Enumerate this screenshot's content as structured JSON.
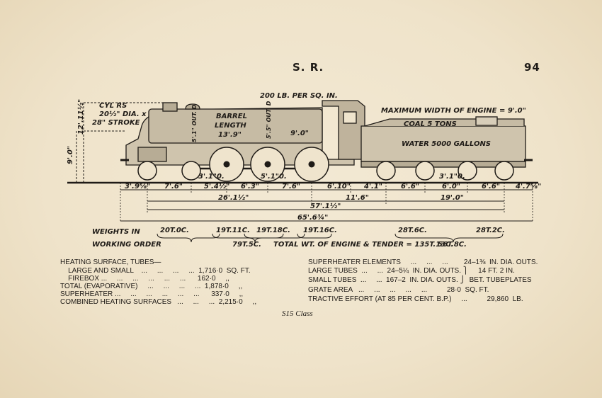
{
  "header": {
    "title": "S. R.",
    "page_number": "94"
  },
  "drawing_labels": {
    "pressure": "200 LB. PER SQ. IN.",
    "max_width": "MAXIMUM WIDTH OF ENGINE = 9'.0\"",
    "coal": "COAL 5 TONS",
    "water": "WATER 5000 GALLONS",
    "barrel_1": "BARREL",
    "barrel_2": "LENGTH",
    "barrel_3": "13'.9\"",
    "firebox_len": "9'.0\"",
    "smokebox_dia": "5'.1\" OUT. D",
    "boiler_dia": "5'.5\" OUT. D",
    "cyl_1": "CYL RS",
    "cyl_2": "20½\" DIA. x",
    "cyl_3": "28\" STROKE",
    "height_top": "12'.11½\"",
    "height_side": "9'.0\"",
    "bogie_wb": "3'.1\"0.",
    "coupled_wb": "5'.1\"0.",
    "tender_bogie_wb": "3'.1\"0."
  },
  "dimensions": {
    "row1": [
      "3'.9⅝\"",
      "7'.6\"",
      "5'.4½\"",
      "6'.3\"",
      "7'.6\"",
      "6'.10\"",
      "4'.1\"",
      "6'.6\"",
      "6'.0\"",
      "6'.6\"",
      "4'.7⅝\""
    ],
    "row2a": "26'.1½\"",
    "row2b": "11'.6\"",
    "row2c": "19'.0\"",
    "row3": "57'.1½\"",
    "row4": "65'.6¾\""
  },
  "weights": {
    "label_1": "WEIGHTS IN",
    "label_2": "WORKING ORDER",
    "axle_1": "20T.0C.",
    "axle_2": "19T.11C.",
    "axle_3": "19T.18C.",
    "axle_4": "19T.16C.",
    "tender_1": "28T.6C.",
    "tender_2": "28T.2C.",
    "engine_total": "79T.5C.",
    "grand_total": "TOTAL WT. OF ENGINE & TENDER = 135T.13C.",
    "tender_total": "56T.8C."
  },
  "specs_left": [
    "HEATING SURFACE, TUBES—",
    "    LARGE AND SMALL    ...     ...     ...     ...  1,716·0  SQ. FT.",
    "    FIREBOX ...     ...     ...     ...     ...     ...      162·0     ,,",
    "TOTAL (EVAPORATIVE)     ...     ...     ...     ...  1,878·0     ,,",
    "SUPERHEATER ...     ...     ...     ...     ...     ...      337·0     ,,",
    "COMBINED HEATING SURFACES   ...     ...     ...  2,215·0     ,,"
  ],
  "specs_right": [
    "SUPERHEATER ELEMENTS     ...     ...     ...        24–1⅜  IN. DIA. OUTS.",
    "LARGE TUBES  ...     ...  24–5¼  IN. DIA. OUTS. ⎫     14 FT. 2 IN.",
    "SMALL TUBES  ...     ...  167–2  IN. DIA. OUTS. ⎭  BET. TUBEPLATES",
    "GRATE AREA   ...     ...     ...     ...     ...          28·0  SQ. FT.",
    "TRACTIVE EFFORT (AT 85 PER CENT. B.P.)     ...          29,860  LB."
  ],
  "caption": "S15 Class"
}
